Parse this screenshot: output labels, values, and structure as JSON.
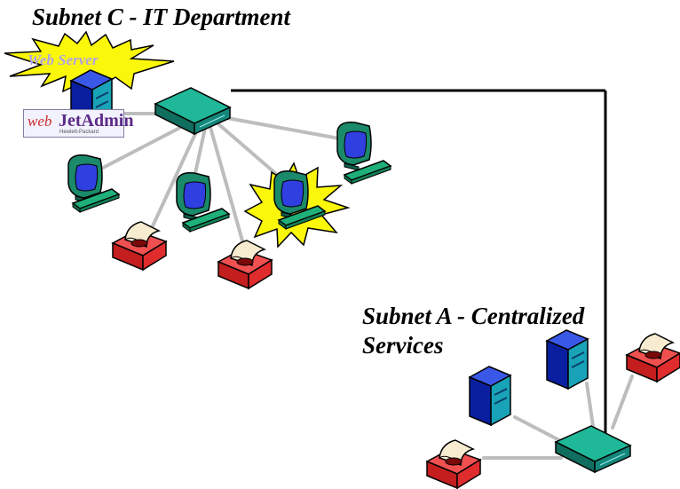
{
  "titles": {
    "subnet_c": "Subnet C - IT Department",
    "subnet_a_line1": "Subnet A - Centralized",
    "subnet_a_line2": "Services"
  },
  "labels": {
    "web_server": "Web Server",
    "logo_web": "web",
    "logo_jetadmin": "JetAdmin",
    "logo_sub": "Hewlett-Packard"
  },
  "colors": {
    "hub": "#16907a",
    "server": "#1a36c8",
    "printer": "#e83a3a",
    "keyboard": "#14a05a",
    "burst": "#fbf70a",
    "link": "#bdbdbd",
    "uplink": "#000000"
  }
}
